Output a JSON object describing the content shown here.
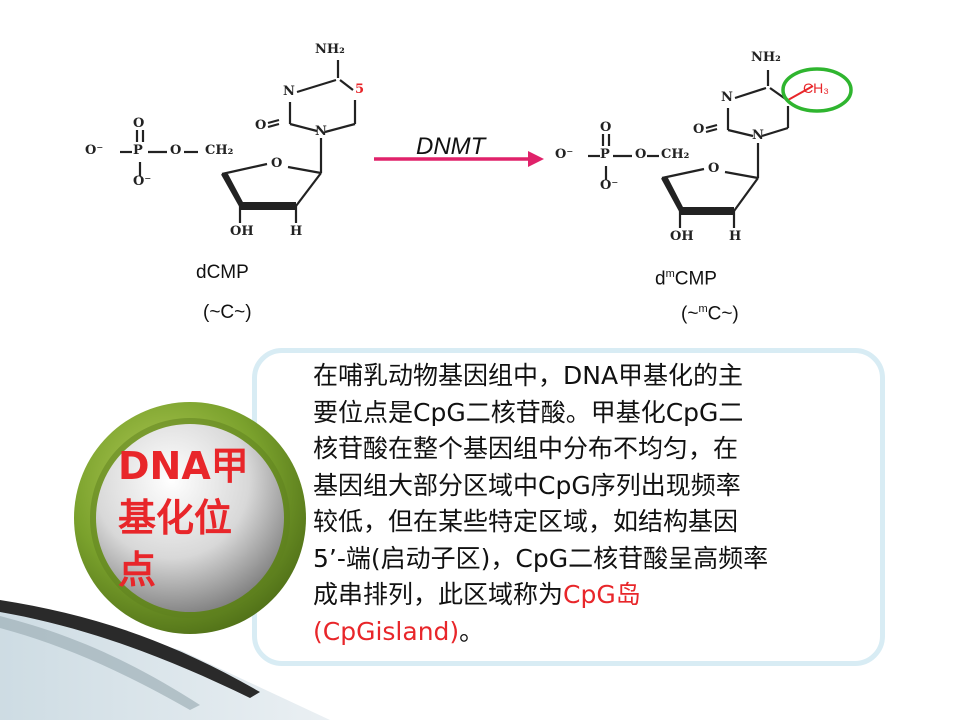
{
  "left_molecule": {
    "labels": {
      "nh2": "NH₂",
      "n_top": "N",
      "n_bottom": "N",
      "o_carbonyl": "O",
      "pos5": "5",
      "o_minus": "O⁻",
      "p": "P",
      "o_top": "O",
      "o_bottom": "O⁻",
      "o_link": "O",
      "ch2": "CH₂",
      "o_ring": "O",
      "oh": "OH",
      "h": "H"
    },
    "name": "dCMP",
    "notation": "(~C~)"
  },
  "arrow": {
    "label": "DNMT"
  },
  "right_molecule": {
    "labels": {
      "nh2": "NH₂",
      "n_top": "N",
      "n_bottom": "N",
      "o_carbonyl": "O",
      "ch3": "CH₃",
      "o_minus": "O⁻",
      "p": "P",
      "o_top": "O",
      "o_bottom": "O⁻",
      "o_link": "O",
      "ch2": "CH₂",
      "o_ring": "O",
      "oh": "OH",
      "h": "H"
    },
    "name_prefix": "d",
    "name_sup": "m",
    "name_suffix": "CMP",
    "notation_prefix": "(~",
    "notation_sup": "m",
    "notation_suffix": "C~)"
  },
  "badge": {
    "title_line1": "DNA甲",
    "title_line2": "基化位",
    "title_line3": "点"
  },
  "paragraph": {
    "lines": [
      "在哺乳动物基因组中，DNA甲基化的主",
      "要位点是CpG二核苷酸。甲基化CpG二",
      "核苷酸在整个基因组中分布不均匀，在",
      "基因组大部分区域中CpG序列出现频率",
      "较低，但在某些特定区域，如结构基因",
      "5’-端(启动子区)，CpG二核苷酸呈高频率"
    ],
    "line7_plain": "成串排列，此区域称为",
    "line7_red": "CpG岛",
    "line8_red": "(CpGisland)",
    "line8_plain": "。"
  },
  "colors": {
    "accent_red": "#e8262a",
    "arrow": "#e0226a",
    "circle_green": "#2fb52f",
    "badge_green": "#7aa12c",
    "badge_text": "#e8262a",
    "panel_border": "#d8ecf4"
  }
}
